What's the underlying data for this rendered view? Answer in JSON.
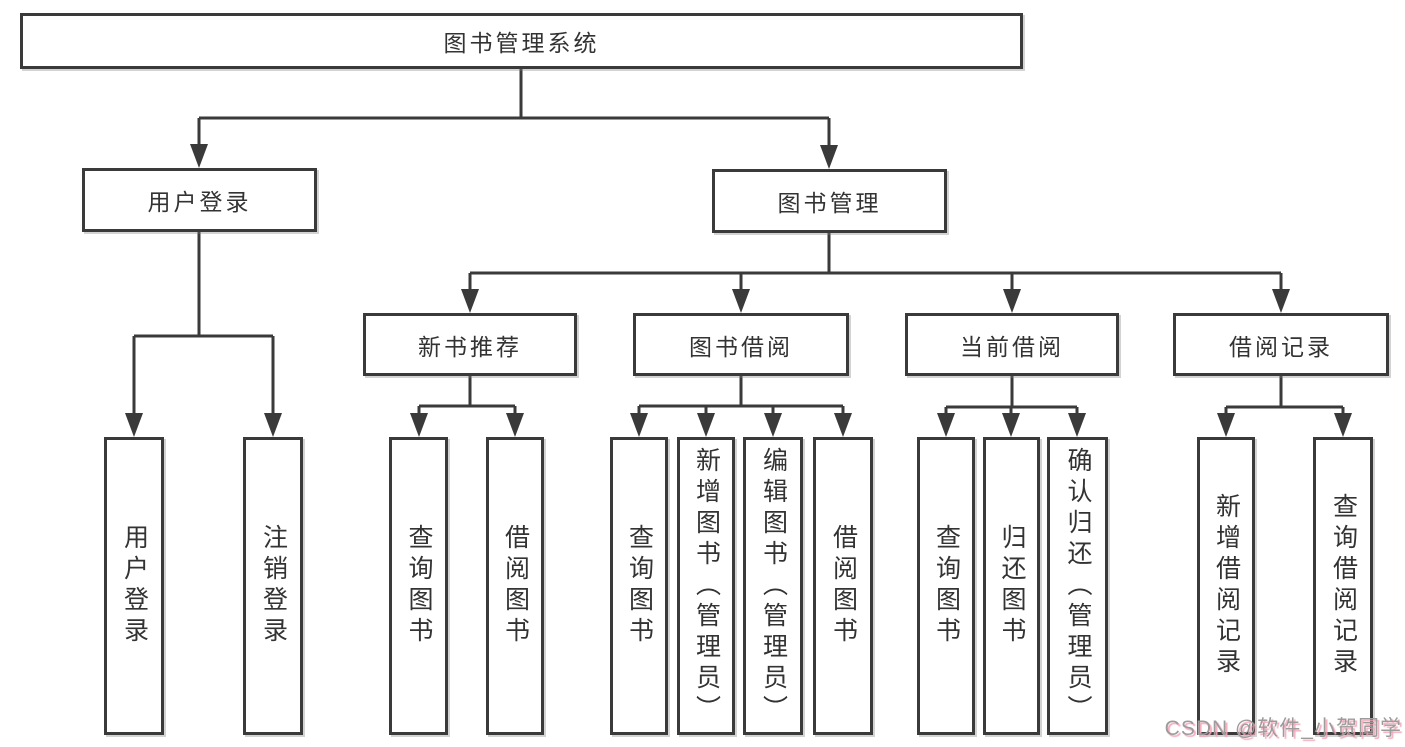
{
  "tree": {
    "root": "图书管理系统",
    "branches": [
      {
        "label": "用户登录",
        "children": [
          "用户登录",
          "注销登录"
        ]
      },
      {
        "label": "图书管理",
        "groups": [
          {
            "label": "新书推荐",
            "children": [
              "查询图书",
              "借阅图书"
            ]
          },
          {
            "label": "图书借阅",
            "children": [
              "查询图书",
              "新增图书（管理员）",
              "编辑图书（管理员）",
              "借阅图书"
            ]
          },
          {
            "label": "当前借阅",
            "children": [
              "查询图书",
              "归还图书",
              "确认归还（管理员）"
            ]
          },
          {
            "label": "借阅记录",
            "children": [
              "新增借阅记录",
              "查询借阅记录"
            ]
          }
        ]
      }
    ]
  },
  "watermark": "CSDN @软件_小贺同学",
  "colors": {
    "line": "#3a3a3a",
    "text": "#333333",
    "watermark_gray": "#9c9c9c",
    "watermark_pink": "#f3a8ba"
  }
}
